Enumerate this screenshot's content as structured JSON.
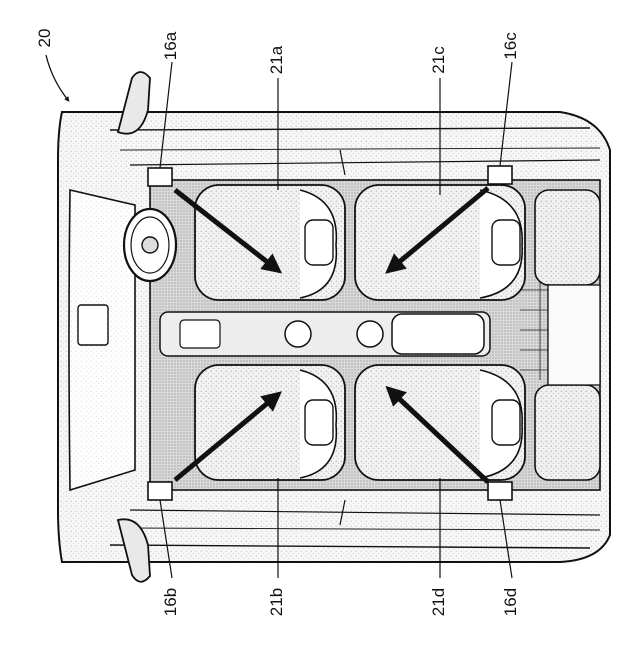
{
  "figure": {
    "reference_numeral": "20",
    "labels": {
      "sensor_front_left": "16a",
      "sensor_front_right": "16b",
      "sensor_rear_left": "16c",
      "sensor_rear_right": "16d",
      "seat_front_left": "21a",
      "seat_front_right": "21b",
      "seat_rear_left": "21c",
      "seat_rear_right": "21d"
    }
  }
}
